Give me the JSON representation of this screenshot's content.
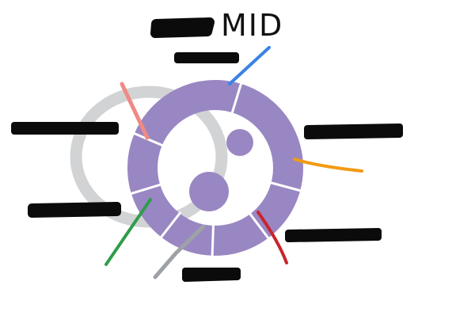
{
  "title": {
    "text": "MID"
  },
  "colors": {
    "ring": "#9987c3",
    "ring_divider": "#ffffff",
    "orbit": "#d2d3d5",
    "redaction": "#0b0b0b",
    "title": "#111111"
  },
  "ring": {
    "segment_count": 7
  },
  "pointers": [
    {
      "id": "top",
      "color": "#3b82e6"
    },
    {
      "id": "upper-left",
      "color": "#ef8a84"
    },
    {
      "id": "right",
      "color": "#f29a12"
    },
    {
      "id": "lower-right",
      "color": "#c8242c"
    },
    {
      "id": "bottom",
      "color": "#9ea2a6"
    },
    {
      "id": "lower-left",
      "color": "#2f9d4b"
    }
  ],
  "redacted_labels": [
    {
      "id": "title-prefix"
    },
    {
      "id": "top"
    },
    {
      "id": "upper-left"
    },
    {
      "id": "right"
    },
    {
      "id": "lower-left"
    },
    {
      "id": "lower-right"
    },
    {
      "id": "bottom"
    }
  ]
}
